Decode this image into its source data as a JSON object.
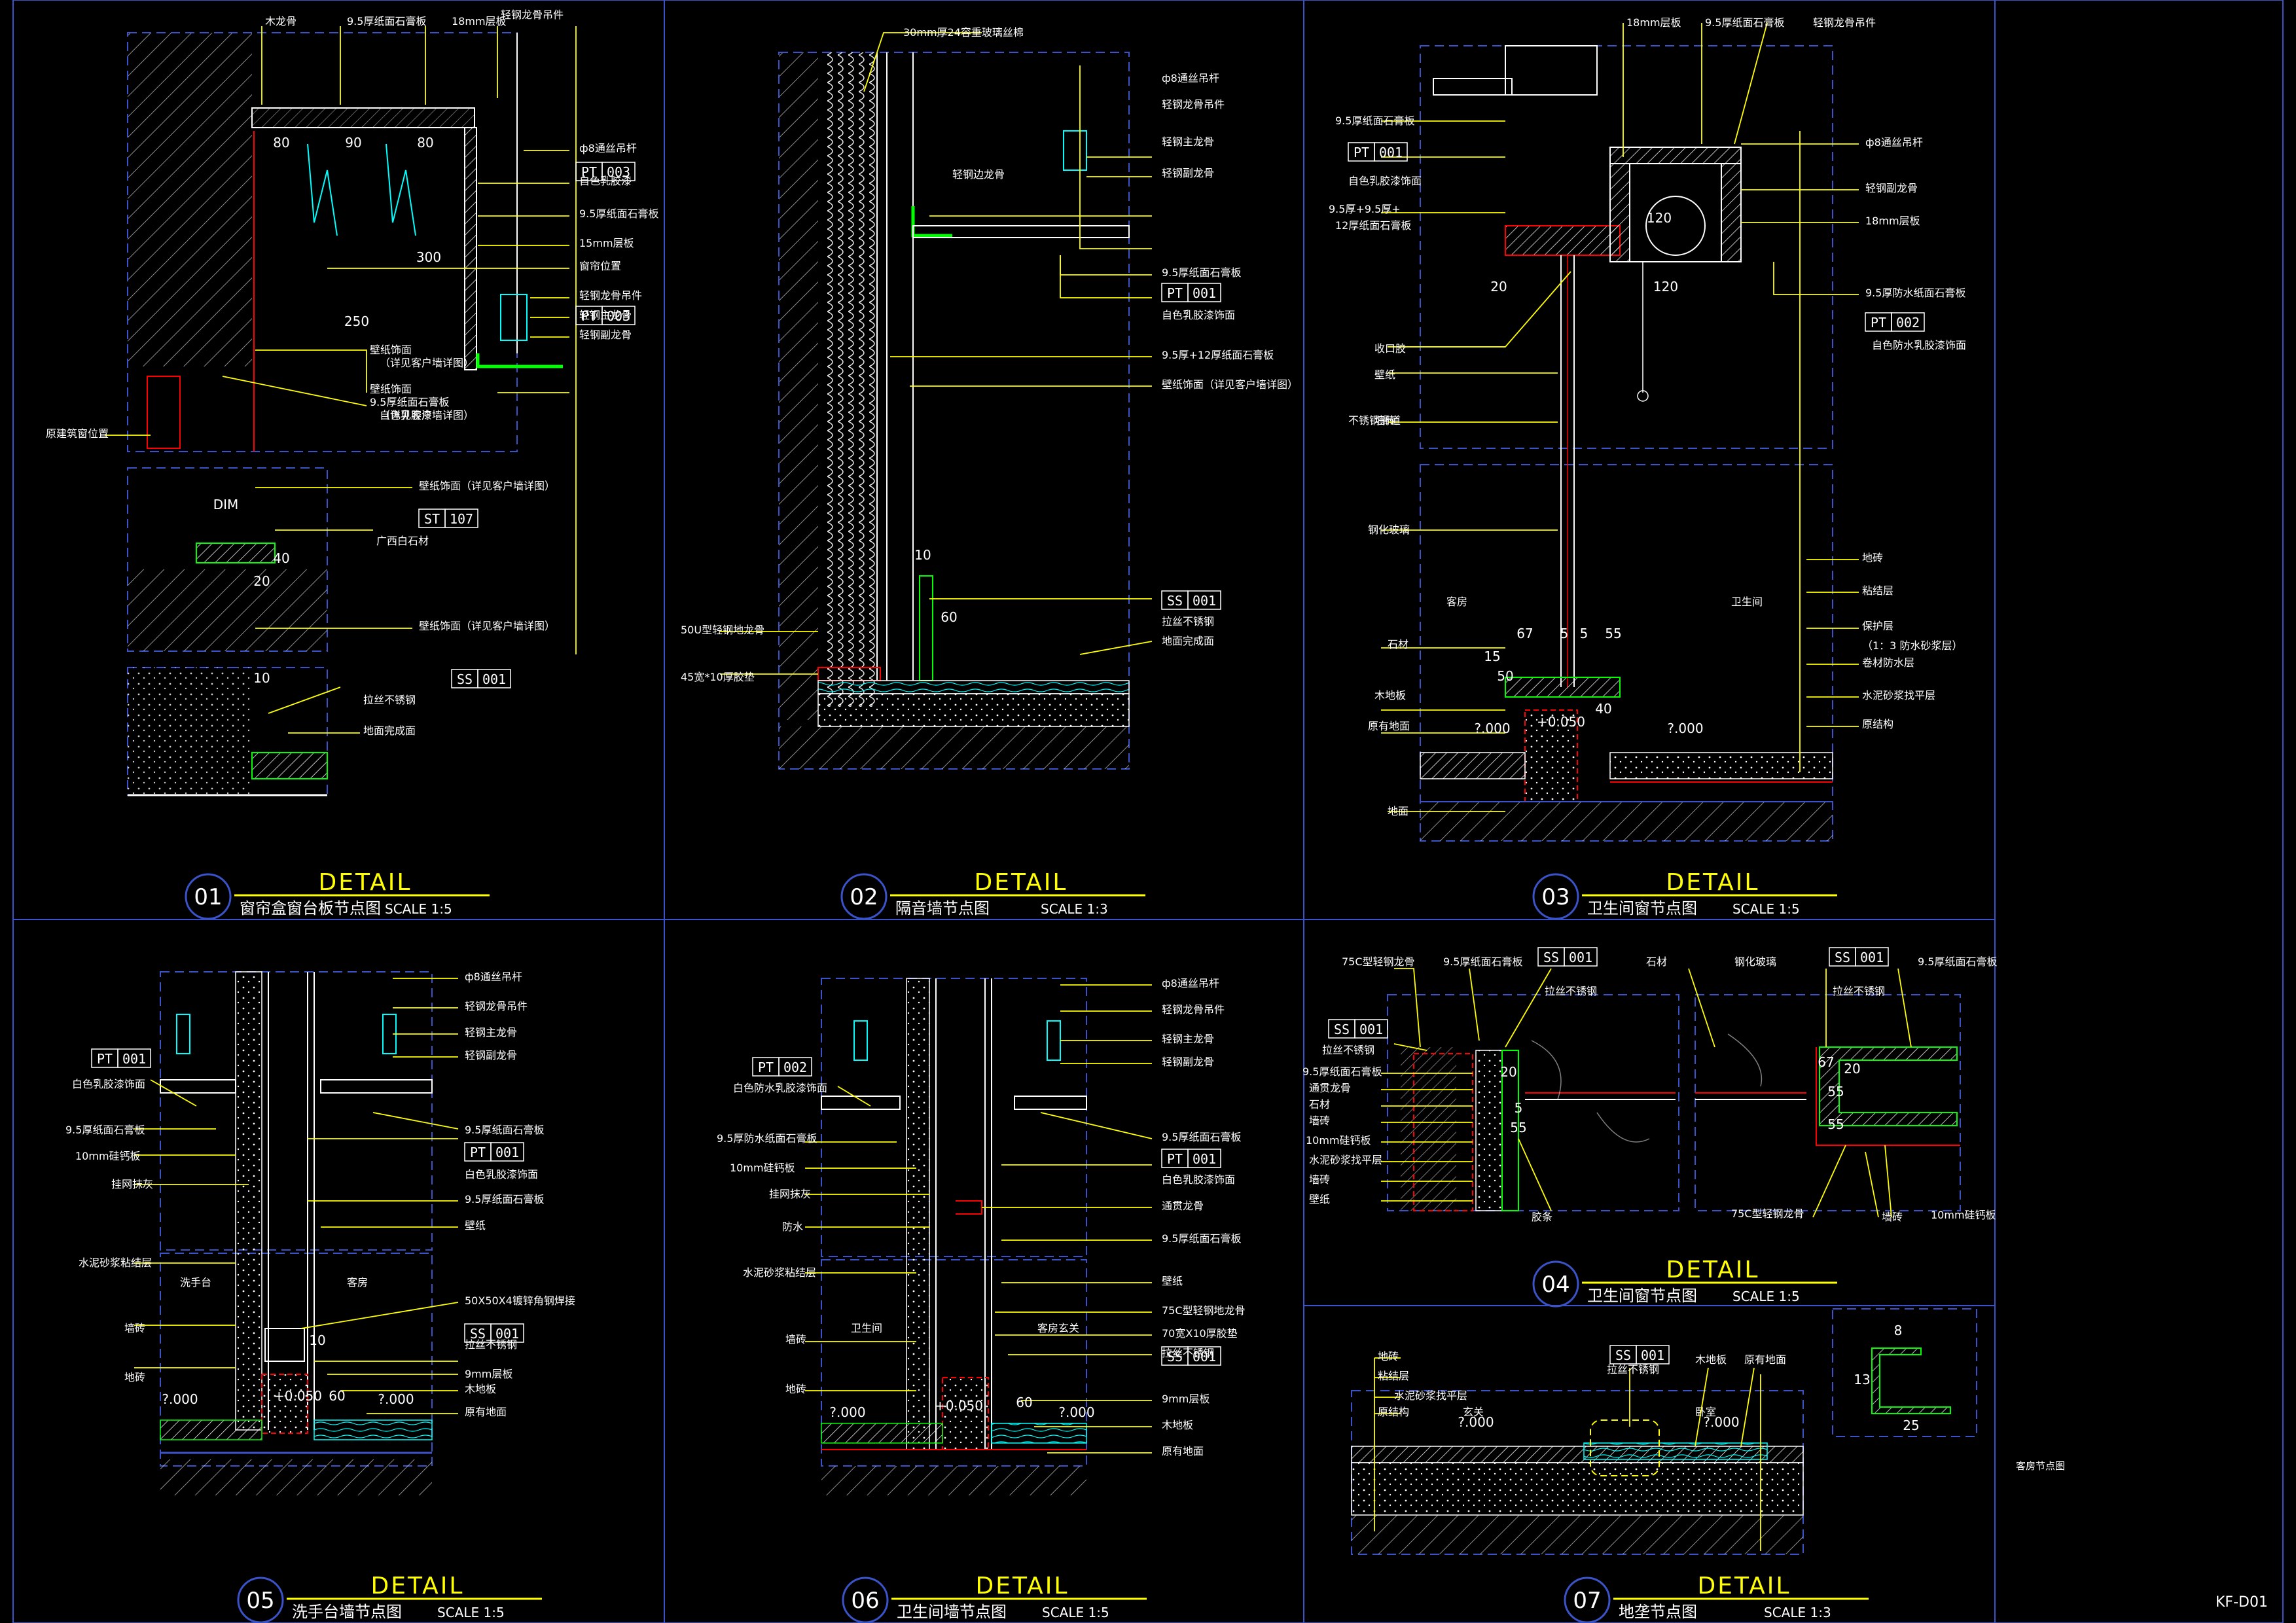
{
  "sheet_code": "KF-D01",
  "side_note": "客房节点图",
  "colors": {
    "frame": "#3a53c8",
    "leader": "#ffff00",
    "hatch": "#ffffff",
    "accent": "#00ffff",
    "green": "#00ff00",
    "red": "#ff0000"
  },
  "details": [
    {
      "num": "01",
      "detail": "DETAIL",
      "name": "窗帘盒窗台板节点图",
      "scale": "SCALE 1:5",
      "labels": [
        "木龙骨",
        "9.5厚纸面石膏板",
        "18mm层板",
        "轻钢龙骨吊件",
        "ф8通丝吊杆",
        "自色乳胶漆",
        "9.5厚纸面石膏板",
        "15mm层板",
        "窗帘位置",
        "轻钢龙骨吊件",
        "轻钢主龙骨",
        "轻钢副龙骨",
        "壁纸饰面",
        "（详见客户墙详图）",
        "9.5厚纸面石膏板",
        "自色乳胶漆",
        "壁纸饰面",
        "（详见客户墙详图）",
        "原建筑窗位置",
        "壁纸饰面（详见客户墙详图）",
        "广西白石材",
        "壁纸饰面（详见客户墙详图）",
        "拉丝不锈钢",
        "地面完成面"
      ],
      "tags": [
        [
          "PT",
          "003"
        ],
        [
          "PT",
          "003"
        ],
        [
          "ST",
          "107"
        ],
        [
          "SS",
          "001"
        ]
      ],
      "dims": [
        "80",
        "90",
        "80",
        "300",
        "250",
        "DIM",
        "40",
        "20",
        "10"
      ]
    },
    {
      "num": "02",
      "detail": "DETAIL",
      "name": "隔音墙节点图",
      "scale": "SCALE 1:3",
      "labels": [
        "30mm厚24容重玻璃丝棉",
        "ф8通丝吊杆",
        "轻钢龙骨吊件",
        "轻钢边龙骨",
        "轻钢主龙骨",
        "轻钢副龙骨",
        "9.5厚纸面石膏板",
        "自色乳胶漆饰面",
        "9.5厚+12厚纸面石膏板",
        "壁纸饰面（详见客户墙详图）",
        "50U型轻钢地龙骨",
        "45宽*10厚胶垫",
        "拉丝不锈钢",
        "地面完成面"
      ],
      "tags": [
        [
          "PT",
          "001"
        ],
        [
          "SS",
          "001"
        ]
      ],
      "dims": [
        "10",
        "60"
      ]
    },
    {
      "num": "03",
      "detail": "DETAIL",
      "name": "卫生间窗节点图",
      "scale": "SCALE 1:5",
      "labels": [
        "18mm层板",
        "9.5厚纸面石膏板",
        "轻钢龙骨吊件",
        "9.5厚纸面石膏板",
        "自色乳胶漆饰面",
        "9.5厚+9.5厚+",
        "12厚纸面石膏板",
        "ф8通丝吊杆",
        "轻钢副龙骨",
        "18mm层板",
        "9.5厚防水纸面石膏板",
        "自色防水乳胶漆饰面",
        "收口胶",
        "壁纸",
        "不锈钢滑道",
        "墙砖",
        "钢化玻璃",
        "客房",
        "卫生间",
        "石材",
        "木地板",
        "原有地面",
        "地面",
        "地砖",
        "粘结层",
        "保护层",
        "（1：3 防水砂浆层）",
        "卷材防水层",
        "水泥砂浆找平层",
        "原结构"
      ],
      "tags": [
        [
          "PT",
          "001"
        ],
        [
          "PT",
          "002"
        ]
      ],
      "dims": [
        "120",
        "20",
        "120",
        "67",
        "5",
        "5",
        "55",
        "15",
        "50",
        "40",
        "?.000",
        "+0.050",
        "?.000"
      ]
    },
    {
      "num": "04",
      "detail": "DETAIL",
      "name": "卫生间窗节点图",
      "scale": "SCALE 1:5",
      "labels": [
        "75C型轻钢龙骨",
        "9.5厚纸面石膏板",
        "拉丝不锈钢",
        "石材",
        "钢化玻璃",
        "拉丝不锈钢",
        "9.5厚纸面石膏板",
        "拉丝不锈钢",
        "9.5厚纸面石膏板",
        "通贯龙骨",
        "石材",
        "墙砖",
        "10mm硅钙板",
        "水泥砂浆找平层",
        "墙砖",
        "壁纸",
        "胶条",
        "75C型轻钢龙骨",
        "墙砖",
        "10mm硅钙板"
      ],
      "tags": [
        [
          "SS",
          "001"
        ],
        [
          "SS",
          "001"
        ],
        [
          "SS",
          "001"
        ]
      ],
      "dims": [
        "20",
        "5",
        "55",
        "67",
        "55",
        "55",
        "20"
      ]
    },
    {
      "num": "05",
      "detail": "DETAIL",
      "name": "洗手台墙节点图",
      "scale": "SCALE 1:5",
      "labels": [
        "ф8通丝吊杆",
        "轻钢龙骨吊件",
        "轻钢主龙骨",
        "轻钢副龙骨",
        "白色乳胶漆饰面",
        "9.5厚纸面石膏板",
        "10mm硅钙板",
        "挂网抹灰",
        "9.5厚纸面石膏板",
        "白色乳胶漆饰面",
        "9.5厚纸面石膏板",
        "壁纸",
        "水泥砂浆粘结层",
        "洗手台",
        "客房",
        "50X50X4镀锌角钢焊接",
        "墙砖",
        "拉丝不锈钢",
        "地砖",
        "9mm层板",
        "木地板",
        "原有地面"
      ],
      "tags": [
        [
          "PT",
          "001"
        ],
        [
          "PT",
          "001"
        ],
        [
          "SS",
          "001"
        ]
      ],
      "dims": [
        "10",
        "60",
        "?.000",
        "+0.050",
        "?.000"
      ]
    },
    {
      "num": "06",
      "detail": "DETAIL",
      "name": "卫生间墙节点图",
      "scale": "SCALE 1:5",
      "labels": [
        "ф8通丝吊杆",
        "轻钢龙骨吊件",
        "白色防水乳胶漆饰面",
        "轻钢主龙骨",
        "轻钢副龙骨",
        "9.5厚防水纸面石膏板",
        "9.5厚纸面石膏板",
        "10mm硅钙板",
        "白色乳胶漆饰面",
        "挂网抹灰",
        "通贯龙骨",
        "防水",
        "9.5厚纸面石膏板",
        "水泥砂浆粘结层",
        "壁纸",
        "卫生间",
        "客房玄关",
        "75C型轻钢地龙骨",
        "墙砖",
        "70宽X10厚胶垫",
        "地砖",
        "拉丝不锈钢",
        "9mm层板",
        "木地板",
        "原有地面"
      ],
      "tags": [
        [
          "PT",
          "002"
        ],
        [
          "PT",
          "001"
        ],
        [
          "SS",
          "001"
        ]
      ],
      "dims": [
        "?.000",
        "+0.050",
        "60",
        "?.000"
      ]
    },
    {
      "num": "07",
      "detail": "DETAIL",
      "name": "地垄节点图",
      "scale": "SCALE 1:3",
      "labels": [
        "地砖",
        "粘结层",
        "水泥砂浆找平层",
        "原结构",
        "拉丝不锈钢",
        "木地板",
        "原有地面",
        "玄关",
        "卧室"
      ],
      "tags": [
        [
          "SS",
          "001"
        ]
      ],
      "dims": [
        "?.000",
        "?.000",
        "8",
        "13",
        "25"
      ]
    }
  ]
}
